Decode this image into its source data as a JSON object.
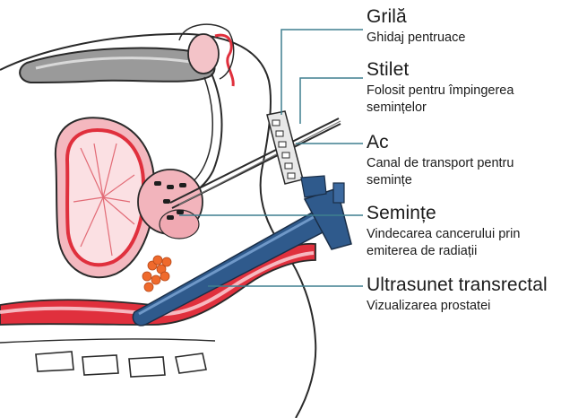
{
  "labels": [
    {
      "id": "grila",
      "title": "Grilă",
      "description": "Ghidaj pentruace"
    },
    {
      "id": "stilet",
      "title": "Stilet",
      "description": "Folosit pentru împingerea semințelor"
    },
    {
      "id": "ac",
      "title": "Ac",
      "description": "Canal de transport pentru semințe"
    },
    {
      "id": "seminte",
      "title": "Semințe",
      "description": "Vindecarea cancerului prin emiterea de radiații"
    },
    {
      "id": "ultrasunet",
      "title": "Ultrasunet transrectal",
      "description": "Vizualizarea prostatei"
    }
  ],
  "colors": {
    "leader_line": "#3f7f8f",
    "tissue_red": "#e0303d",
    "tissue_pink": "#f2b4bc",
    "probe_blue": "#2f5a8c",
    "seed_orange": "#ef6a2c",
    "outline": "#2a2a2a"
  },
  "icons": {
    "grid_template": "grid-template-icon",
    "stylet": "stylet-icon",
    "needle": "needle-icon",
    "seeds": "seeds-icon",
    "ultrasound_probe": "ultrasound-probe-icon"
  }
}
